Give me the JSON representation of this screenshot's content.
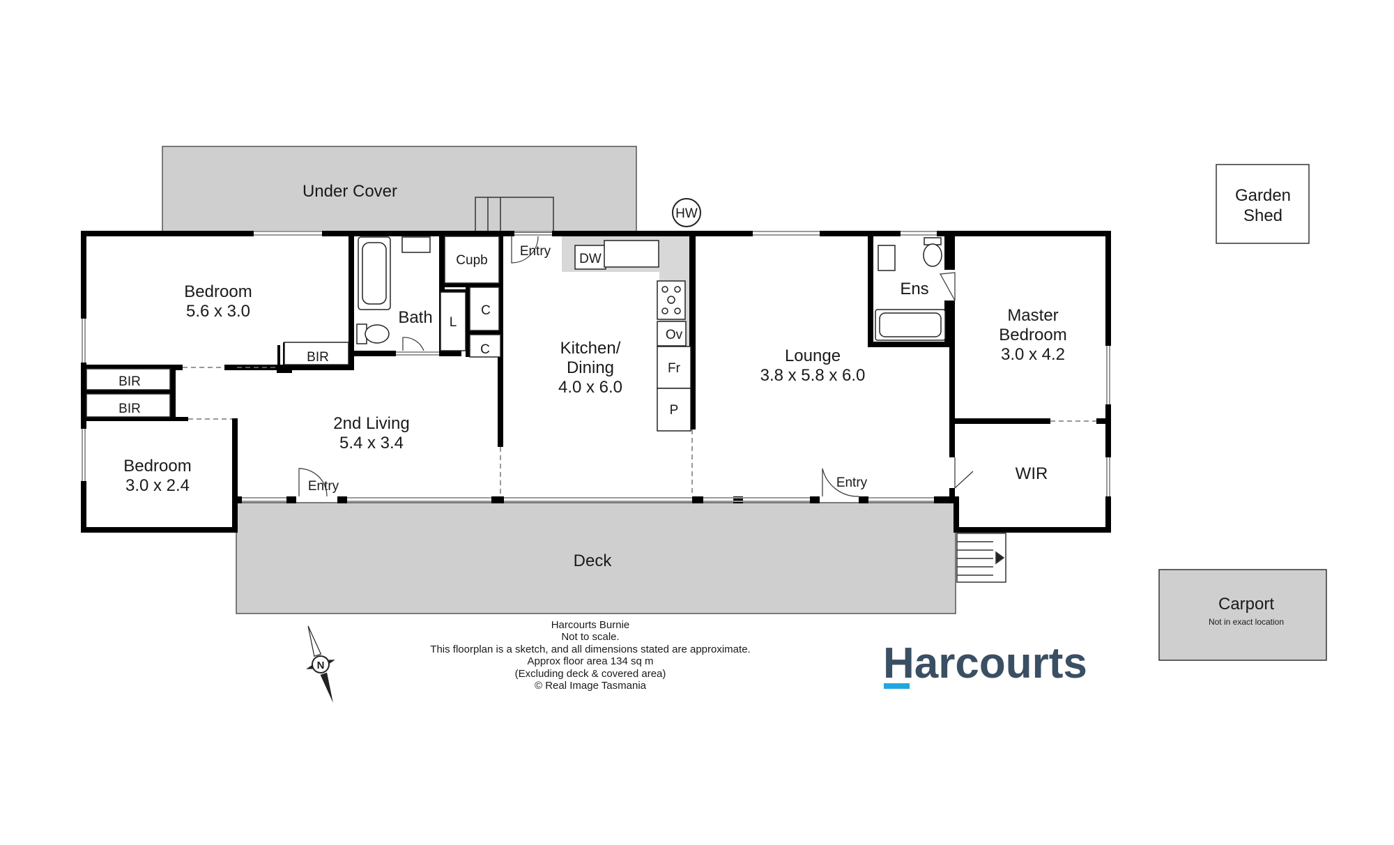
{
  "outdoor": {
    "under_cover": "Under Cover",
    "deck": "Deck",
    "garden_shed_line1": "Garden",
    "garden_shed_line2": "Shed",
    "carport": "Carport",
    "carport_note": "Not in exact location"
  },
  "rooms": {
    "bedroom1_name": "Bedroom",
    "bedroom1_dims": "5.6 x 3.0",
    "bedroom2_name": "Bedroom",
    "bedroom2_dims": "3.0 x 2.4",
    "bath": "Bath",
    "living2_name": "2nd Living",
    "living2_dims": "5.4 x 3.4",
    "kitchen_line1": "Kitchen/",
    "kitchen_line2": "Dining",
    "kitchen_dims": "4.0 x 6.0",
    "lounge_name": "Lounge",
    "lounge_dims": "3.8 x 5.8 x 6.0",
    "ensuite": "Ens",
    "master_line1": "Master",
    "master_line2": "Bedroom",
    "master_dims": "3.0 x 4.2",
    "wir": "WIR"
  },
  "fixtures": {
    "bir": "BIR",
    "cupb": "Cupb",
    "laundry": "L",
    "cupboard": "C",
    "dishwasher": "DW",
    "oven": "Ov",
    "fridge": "Fr",
    "pantry": "P",
    "hot_water": "HW",
    "entry": "Entry"
  },
  "compass": {
    "north": "N"
  },
  "notes": {
    "line1": "Harcourts Burnie",
    "line2": "Not to scale.",
    "line3": "This floorplan is a sketch, and all dimensions stated are approximate.",
    "line4": "Approx floor area 134 sq m",
    "line5": "(Excluding deck & covered area)",
    "line6": "© Real Image Tasmania"
  },
  "brand": {
    "name": "Harcourts",
    "color": "#3a4f63",
    "accent": "#1fa7e0"
  }
}
